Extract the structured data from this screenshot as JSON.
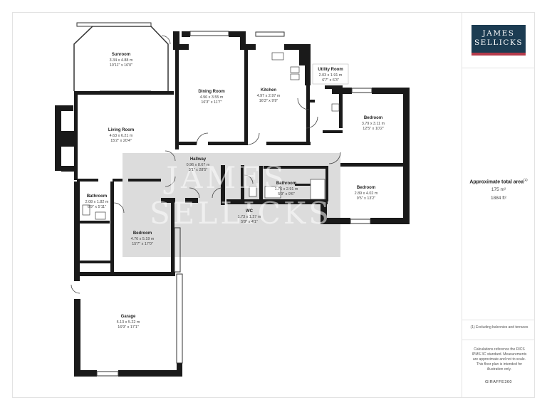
{
  "brand": {
    "line1": "JAMES",
    "line2": "SELLICKS",
    "watermark_line1": "JAMES",
    "watermark_line2": "SELLICKS",
    "colors": {
      "navy": "#1c3c52",
      "red": "#b43a4a"
    }
  },
  "summary": {
    "title": "Approximate total area",
    "title_mark": "(1)",
    "area_sqm": "175 m²",
    "area_sqft": "1884 ft²",
    "footnote": "(1) Excluding balconies and terraces",
    "disclaimer": "Calculations reference the RICS IPMS 3C standard. Measurements are approximate and not to scale. This floor plan is intended for illustration only.",
    "credit": "GIRAFFE360"
  },
  "rooms": {
    "sunroom": {
      "name": "Sunroom",
      "metric": "3.34 x 4.88 m",
      "imperial": "10'11\" x 16'0\""
    },
    "dining": {
      "name": "Dining Room",
      "metric": "4.96 x 3.55 m",
      "imperial": "16'3\" x 11'7\""
    },
    "kitchen": {
      "name": "Kitchen",
      "metric": "4.97 x 2.97 m",
      "imperial": "16'3\" x 9'9\""
    },
    "utility": {
      "name": "Utility Room",
      "metric": "2.03 x 1.91 m",
      "imperial": "6'7\" x 6'3\""
    },
    "bedroom_ne": {
      "name": "Bedroom",
      "metric": "3.79 x 3.11 m",
      "imperial": "12'5\" x 10'2\""
    },
    "living": {
      "name": "Living Room",
      "metric": "4.63 x 6.21 m",
      "imperial": "15'2\" x 20'4\""
    },
    "hallway": {
      "name": "Hallway",
      "metric": "0.96 x 8.67 m",
      "imperial": "3'1\" x 28'5\""
    },
    "bathroom_center": {
      "name": "Bathroom",
      "metric": "1.76 x 2.91 m",
      "imperial": "5'9\" x 9'6\""
    },
    "bedroom_e": {
      "name": "Bedroom",
      "metric": "2.89 x 4.02 m",
      "imperial": "9'5\" x 13'2\""
    },
    "bathroom_w": {
      "name": "Bathroom",
      "metric": "2.08 x 1.82 m",
      "imperial": "6'9\" x 5'11\""
    },
    "wc": {
      "name": "WC",
      "metric": "1.73 x 1.27 m",
      "imperial": "5'8\" x 4'1\""
    },
    "bedroom_sw": {
      "name": "Bedroom",
      "metric": "4.76 x 5.19 m",
      "imperial": "15'7\" x 17'0\""
    },
    "garage": {
      "name": "Garage",
      "metric": "5.13 x 5.22 m",
      "imperial": "16'9\" x 17'1\""
    }
  }
}
